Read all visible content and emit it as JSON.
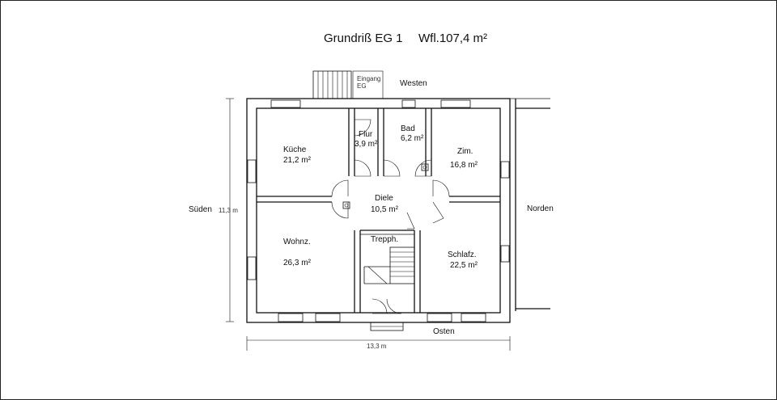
{
  "title": "Grundriß EG 1",
  "area_total": "Wfl.107,4 m²",
  "entrance": {
    "line1": "Eingang",
    "line2": "EG"
  },
  "directions": {
    "west": "Westen",
    "south": "Süden",
    "north": "Norden",
    "east": "Osten"
  },
  "dimensions": {
    "height": "11,3 m",
    "width": "13,3 m"
  },
  "rooms": {
    "kueche": {
      "name": "Küche",
      "area": "21,2 m²"
    },
    "flur": {
      "name": "Flur",
      "area": "3,9 m²"
    },
    "bad": {
      "name": "Bad",
      "area": "6,2 m²"
    },
    "zim": {
      "name": "Zim.",
      "area": "16,8 m²"
    },
    "diele": {
      "name": "Diele",
      "area": "10,5 m²"
    },
    "wohnz": {
      "name": "Wohnz.",
      "area": "26,3 m²"
    },
    "trepph": {
      "name": "Trepph."
    },
    "schlafz": {
      "name": "Schlafz.",
      "area": "22,5 m²"
    }
  }
}
